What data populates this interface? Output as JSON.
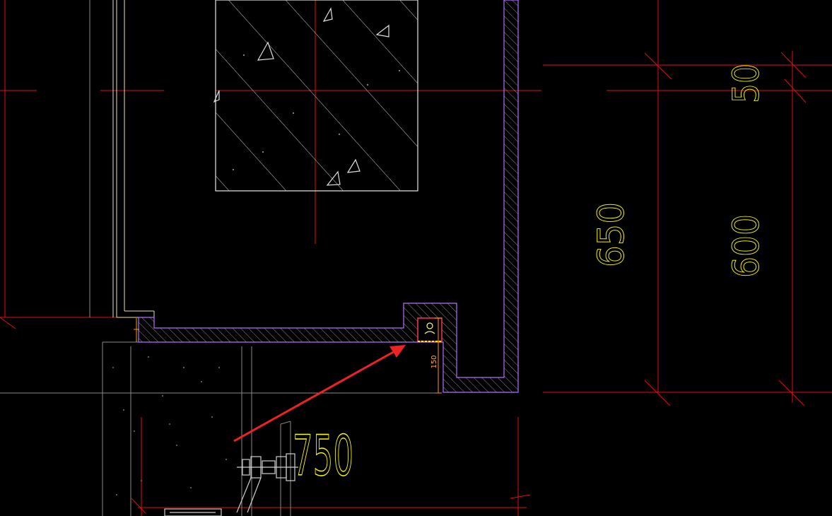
{
  "colors": {
    "background": "#000000",
    "axis_line": "#e01010",
    "wall_outline": "#b070ff",
    "hatch": "#9a9a9a",
    "white_line": "#d8d8d8",
    "grey_line": "#8a8a8a",
    "dimension_text": "#ffff00",
    "orange": "#ff9a00",
    "annotation_arrow": "#ee2222",
    "drain_box": "#ff3355"
  },
  "dimensions": {
    "d650": "650",
    "d600": "600",
    "d50": "50",
    "d750": "750",
    "d150": "150"
  },
  "icons": {
    "arrow": "red-arrow-pointer-icon",
    "drain": "floor-drain-icon",
    "pipe": "pipe-fitting-icon"
  }
}
